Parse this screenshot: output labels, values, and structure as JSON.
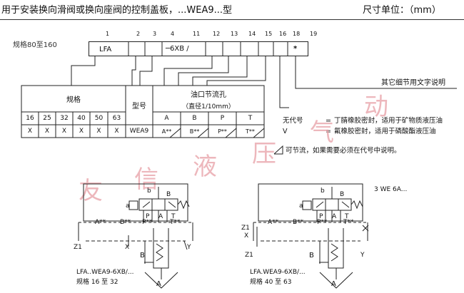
{
  "title": "用于安装换向滑阀或换向座阀的控制盖板，...WEA9...型",
  "unit_label": "尺寸单位：（mm）",
  "spec_range_label": "规格80至160",
  "code_positions": [
    "1",
    "2",
    "3",
    "4",
    "11",
    "12",
    "13",
    "14",
    "15",
    "16",
    "18",
    "19"
  ],
  "code": {
    "lfa": "LFA",
    "mid": "─6XB /",
    "dot": "*"
  },
  "other_details": "其它细节用文字说明",
  "table": {
    "size_header": "规格",
    "type_header": "型号",
    "port_header": "油口节流孔",
    "port_sub": "（直径1/10mm）",
    "sizes": [
      "16",
      "25",
      "32",
      "40",
      "50",
      "63"
    ],
    "size_marks": [
      "X",
      "X",
      "X",
      "X",
      "X",
      "X"
    ],
    "type_value": "WEA9",
    "ports": [
      "A",
      "B",
      "P",
      "T"
    ],
    "port_values": [
      "A**",
      "B**",
      "P**",
      "T**"
    ]
  },
  "seal_notes": [
    {
      "code": "无代号",
      "eq": "=",
      "text": "丁腈橡胶密封，适用于矿物质液压油"
    },
    {
      "code": "V",
      "eq": "=",
      "text": "氟橡胶密封，适用于磷酸酯液压油"
    }
  ],
  "throttle_note": "可节流，如果需要必须在代号中说明。",
  "watermark": [
    "友",
    "信",
    "液",
    "压",
    "气",
    "动"
  ],
  "left_diagram": {
    "letters": {
      "b": "b",
      "a": "a",
      "A": "A",
      "B": "B",
      "P": "P",
      "T": "T",
      "X": "X",
      "Y": "Y",
      "Z1": "Z1"
    },
    "port_row": [
      "A**",
      "B**",
      "P**",
      "T**"
    ],
    "model": "LFA..WEA9-6XB/...",
    "size_note": "规格 16 至 32"
  },
  "right_diagram": {
    "extra_label": "3 WE 6A...",
    "letters": {
      "b": "b",
      "a": "a",
      "A": "A",
      "B": "B",
      "P": "P",
      "T": "T",
      "X": "X",
      "Y": "Y",
      "Z1": "Z1"
    },
    "port_row": [
      "A**",
      "B**",
      "P**",
      "T**"
    ],
    "model": "LFA.WEA9-6XB/...",
    "size_note": "规格 40 至 63"
  }
}
